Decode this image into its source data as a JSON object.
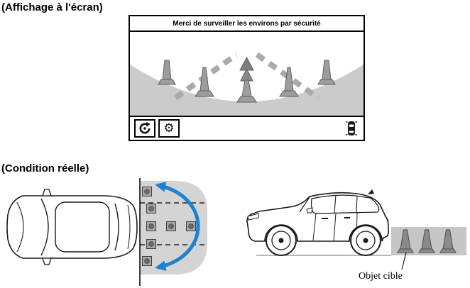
{
  "labels": {
    "display_heading": "(Affichage à l'écran)",
    "condition_heading": "(Condition réelle)",
    "target_object": "Objet cible"
  },
  "camera_screen": {
    "message": "Merci de surveiller les environs par sécurité",
    "buttons": [
      {
        "name": "view-switch",
        "icon": "rotate-view-icon"
      },
      {
        "name": "settings",
        "icon": "gear-icon",
        "glyph": "⚙"
      }
    ],
    "rear_indicator_icon": "vehicle-top-icon"
  },
  "colors": {
    "screen_border": "#000000",
    "camera_ground_gray": "#cbcbcb",
    "cone_gray": "#9d9d9d",
    "cone_dark_gray": "#8a8a8a",
    "detection_zone_gray": "#d4d4d4",
    "road_gray": "#c6c6c6",
    "sweep_arrow_blue": "#1e82d2"
  }
}
